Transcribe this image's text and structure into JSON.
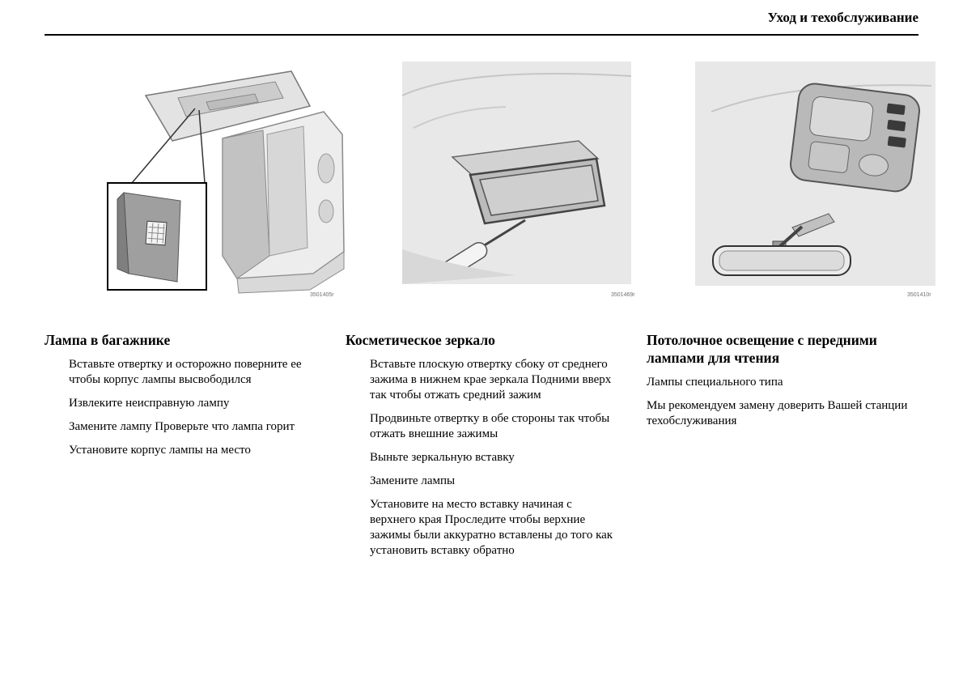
{
  "header": {
    "title": "Уход и техобслуживание"
  },
  "sections": [
    {
      "title": "Лампа в багажнике",
      "figure_code": "3501405r",
      "paragraphs": [
        "Вставьте отвертку и осторожно поверните ее  чтобы корпус лампы высвободился",
        "Извлеките неисправную лампу",
        "Замените лампу  Проверьте  что лампа горит",
        "Установите корпус лампы на место"
      ]
    },
    {
      "title": "Косметическое зеркало",
      "figure_code": "3501469r",
      "paragraphs": [
        "Вставьте плоскую отвертку сбоку от среднего зажима в нижнем крае зеркала Подними вверх так  чтобы отжать средний зажим",
        "Продвиньте отвертку в обе стороны так чтобы отжать внешние зажимы",
        "Выньте зеркальную вставку",
        "Замените лампы",
        "Установите на место вставку  начиная с верхнего края  Проследите  чтобы верхние зажимы были аккуратно вставлены до того  как установить вставку обратно"
      ]
    },
    {
      "title": "Потолочное освещение с передними лампами для чтения",
      "figure_code": "3501410r",
      "paragraphs": [
        "Лампы специального типа",
        "Мы рекомендуем замену доверить Вашей станции техобслуживания"
      ]
    }
  ]
}
